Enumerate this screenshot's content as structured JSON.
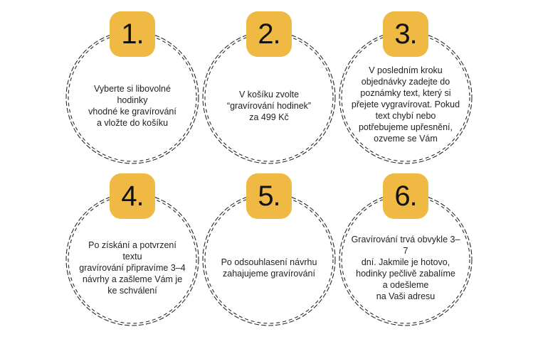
{
  "colors": {
    "badge": "#efb944",
    "ring": "#2a2a2a",
    "text": "#1f1f1f",
    "background": "#ffffff"
  },
  "steps": [
    {
      "number": "1.",
      "text": "Vyberte si libovolné hodinky\nvhodné ke gravírování\na vložte do košíku"
    },
    {
      "number": "2.",
      "text": "V košíku zvolte\n“gravírování hodinek”\nza 499 Kč"
    },
    {
      "number": "3.",
      "text": "V posledním kroku\nobjednávky zadejte do\npoznámky text, který si\npřejete vygravírovat. Pokud\ntext chybí nebo\npotřebujeme upřesnění,\nozveme se Vám"
    },
    {
      "number": "4.",
      "text": "Po získání a potvrzení textu\ngravírování připravíme 3–4\nnávrhy a zašleme Vám je\nke schválení"
    },
    {
      "number": "5.",
      "text": "Po odsouhlasení návrhu\nzahajujeme gravírování"
    },
    {
      "number": "6.",
      "text": "Gravírování trvá obvykle 3–7\ndní. Jakmile je hotovo,\nhodinky pečlivě zabalíme\na odešleme\nna Vaši adresu"
    }
  ]
}
